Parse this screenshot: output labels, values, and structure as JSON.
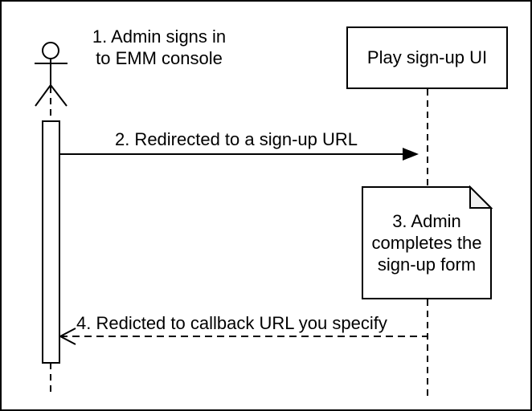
{
  "diagram": {
    "type": "sequence-diagram",
    "actor_label": {
      "line1": "1. Admin signs in",
      "line2": "to EMM console"
    },
    "participant": {
      "label": "Play sign-up UI"
    },
    "messages": [
      {
        "label": "2. Redirected to a sign-up URL",
        "style": "solid",
        "direction": "right",
        "arrowhead": "filled"
      },
      {
        "label": "4. Redicted to callback URL you specify",
        "style": "dashed",
        "direction": "left",
        "arrowhead": "open"
      }
    ],
    "note": {
      "line1": "3. Admin",
      "line2": "completes the",
      "line3": "sign-up form"
    },
    "colors": {
      "stroke": "#000000",
      "background": "#ffffff",
      "note_fold": "#f1f1f1"
    }
  }
}
